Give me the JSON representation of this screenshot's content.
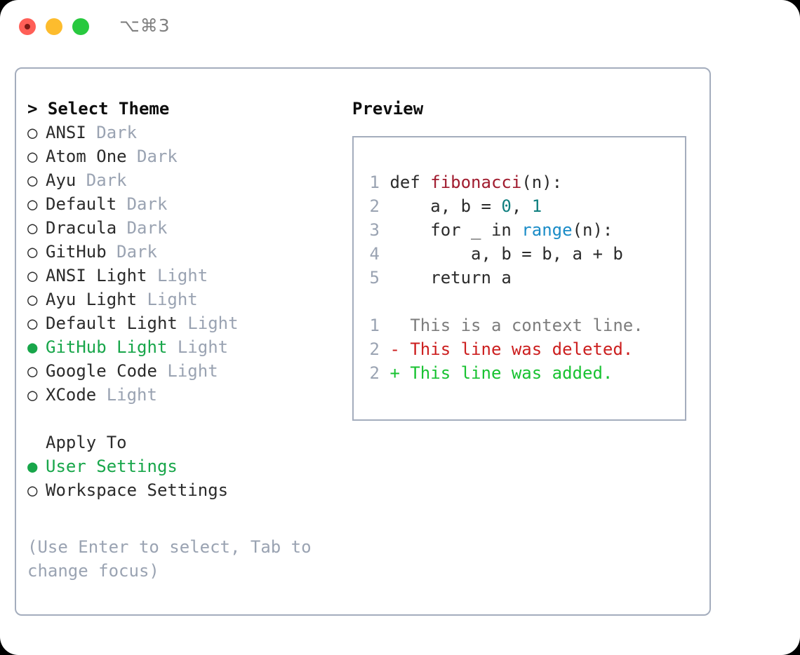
{
  "window": {
    "traffic_lights": [
      "close",
      "minimize",
      "maximize"
    ],
    "shortcut": "⌥⌘3",
    "accent_green": "#18a64a",
    "border_color": "#a4adbd",
    "muted_color": "#9aa3b2"
  },
  "theme_list": {
    "header_marker": ">",
    "header_label": "Select Theme",
    "items": [
      {
        "marker": "○",
        "name": "ANSI",
        "tag": "Dark",
        "selected": false
      },
      {
        "marker": "○",
        "name": "Atom One",
        "tag": "Dark",
        "selected": false
      },
      {
        "marker": "○",
        "name": "Ayu",
        "tag": "Dark",
        "selected": false
      },
      {
        "marker": "○",
        "name": "Default",
        "tag": "Dark",
        "selected": false
      },
      {
        "marker": "○",
        "name": "Dracula",
        "tag": "Dark",
        "selected": false
      },
      {
        "marker": "○",
        "name": "GitHub",
        "tag": "Dark",
        "selected": false
      },
      {
        "marker": "○",
        "name": "ANSI Light",
        "tag": "Light",
        "selected": false
      },
      {
        "marker": "○",
        "name": "Ayu Light",
        "tag": "Light",
        "selected": false
      },
      {
        "marker": "○",
        "name": "Default Light",
        "tag": "Light",
        "selected": false
      },
      {
        "marker": "●",
        "name": "GitHub Light",
        "tag": "Light",
        "selected": true
      },
      {
        "marker": "○",
        "name": "Google Code",
        "tag": "Light",
        "selected": false
      },
      {
        "marker": "○",
        "name": "XCode",
        "tag": "Light",
        "selected": false
      }
    ]
  },
  "apply_to": {
    "label": "Apply To",
    "items": [
      {
        "marker": "●",
        "name": "User Settings",
        "selected": true
      },
      {
        "marker": "○",
        "name": "Workspace Settings",
        "selected": false
      }
    ]
  },
  "hint": "(Use Enter to select, Tab to change focus)",
  "preview": {
    "title": "Preview",
    "code_lines": [
      {
        "num": "1",
        "tokens": [
          {
            "text": "def ",
            "type": "kw"
          },
          {
            "text": "fibonacci",
            "type": "fn"
          },
          {
            "text": "(n):",
            "type": "plain"
          }
        ]
      },
      {
        "num": "2",
        "tokens": [
          {
            "text": "    a, b = ",
            "type": "plain"
          },
          {
            "text": "0",
            "type": "num"
          },
          {
            "text": ", ",
            "type": "plain"
          },
          {
            "text": "1",
            "type": "num"
          }
        ]
      },
      {
        "num": "3",
        "tokens": [
          {
            "text": "    for _ in ",
            "type": "plain"
          },
          {
            "text": "range",
            "type": "call"
          },
          {
            "text": "(n):",
            "type": "plain"
          }
        ]
      },
      {
        "num": "4",
        "tokens": [
          {
            "text": "        a, b = b, a + b",
            "type": "plain"
          }
        ]
      },
      {
        "num": "5",
        "tokens": [
          {
            "text": "    return a",
            "type": "plain"
          }
        ]
      }
    ],
    "diff_lines": [
      {
        "num": "1",
        "sign": "  ",
        "text": "This is a context line.",
        "kind": "ctx"
      },
      {
        "num": "2",
        "sign": "- ",
        "text": "This line was deleted.",
        "kind": "del"
      },
      {
        "num": "2",
        "sign": "+ ",
        "text": "This line was added.",
        "kind": "add"
      }
    ]
  }
}
